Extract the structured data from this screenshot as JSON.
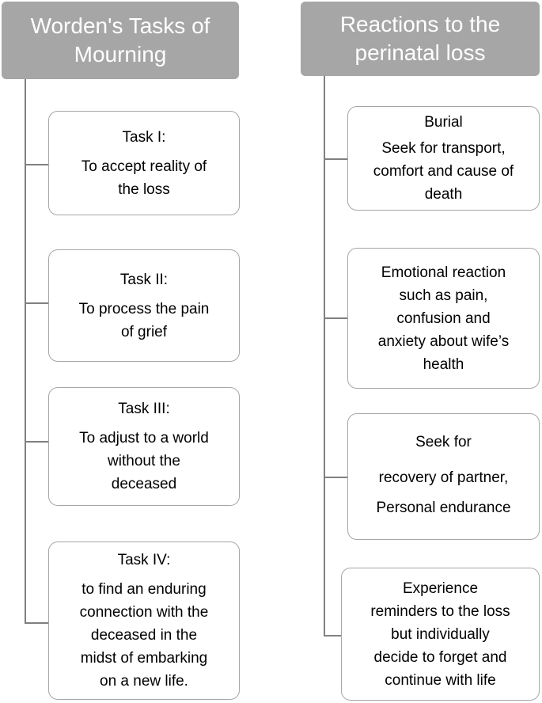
{
  "left": {
    "header": [
      "Worden's Tasks of",
      "Mourning"
    ],
    "tasks": [
      {
        "title": "Task I:",
        "body": [
          "To accept reality of",
          "the loss"
        ]
      },
      {
        "title": "Task II:",
        "body": [
          "To process the pain",
          "of grief"
        ]
      },
      {
        "title": "Task III:",
        "body": [
          "To adjust to a world",
          "without the",
          "deceased"
        ]
      },
      {
        "title": "Task IV:",
        "body": [
          "to find an enduring",
          "connection with the",
          "deceased in the",
          "midst of embarking",
          "on a new life."
        ]
      }
    ]
  },
  "right": {
    "header": [
      "Reactions to the",
      "perinatal loss"
    ],
    "reactions": [
      {
        "title": "Burial",
        "body": [
          "Seek for transport,",
          "comfort and cause of",
          "death"
        ]
      },
      {
        "title": "",
        "body": [
          "Emotional reaction",
          "such as pain,",
          "confusion and",
          "anxiety about wife’s",
          "health"
        ]
      },
      {
        "title": "Seek for",
        "body": [
          "recovery of partner,",
          "Personal endurance"
        ]
      },
      {
        "title": "",
        "body": [
          "Experience",
          "reminders to the loss",
          "but individually",
          "decide to forget and",
          "continue with life"
        ]
      }
    ]
  }
}
